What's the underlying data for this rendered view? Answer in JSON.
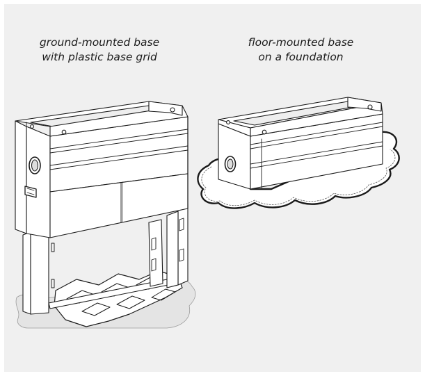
{
  "captions": {
    "ground_mounted": {
      "line1": "ground-mounted base",
      "line2": "with plastic base grid"
    },
    "floor_mounted": {
      "line1": "floor-mounted base",
      "line2": "on a foundation"
    }
  },
  "colors": {
    "panel_background": "#f0f0f0",
    "line": "#1a1a1a",
    "fill_light": "#ffffff",
    "fill_shade": "#e6e6e6",
    "ground_patch": "#e4e4e4"
  }
}
